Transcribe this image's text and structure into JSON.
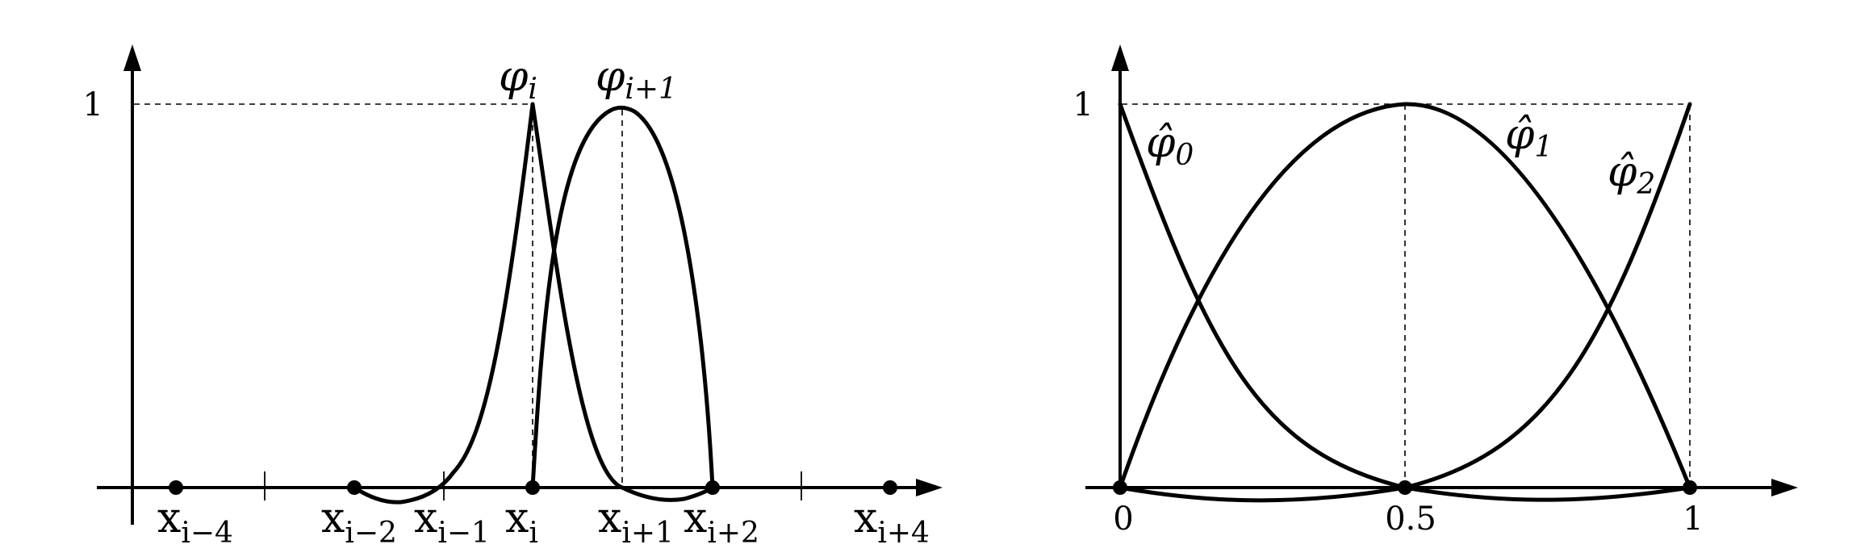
{
  "left_panel": {
    "y_tick": "1",
    "nodes": [
      {
        "base": "x",
        "sub": "i−4"
      },
      {
        "base": "x",
        "sub": "i−2"
      },
      {
        "base": "x",
        "sub": "i−1"
      },
      {
        "base": "x",
        "sub": "i"
      },
      {
        "base": "x",
        "sub": "i+1"
      },
      {
        "base": "x",
        "sub": "i+2"
      },
      {
        "base": "x",
        "sub": "i+4"
      }
    ],
    "curves": [
      {
        "base": "φ",
        "sub": "i"
      },
      {
        "base": "φ",
        "sub": "i+1"
      }
    ]
  },
  "right_panel": {
    "y_tick": "1",
    "x_ticks": [
      "0",
      "0.5",
      "1"
    ],
    "curves": [
      {
        "base": "φ̂",
        "sub": "0"
      },
      {
        "base": "φ̂",
        "sub": "1"
      },
      {
        "base": "φ̂",
        "sub": "2"
      }
    ]
  }
}
